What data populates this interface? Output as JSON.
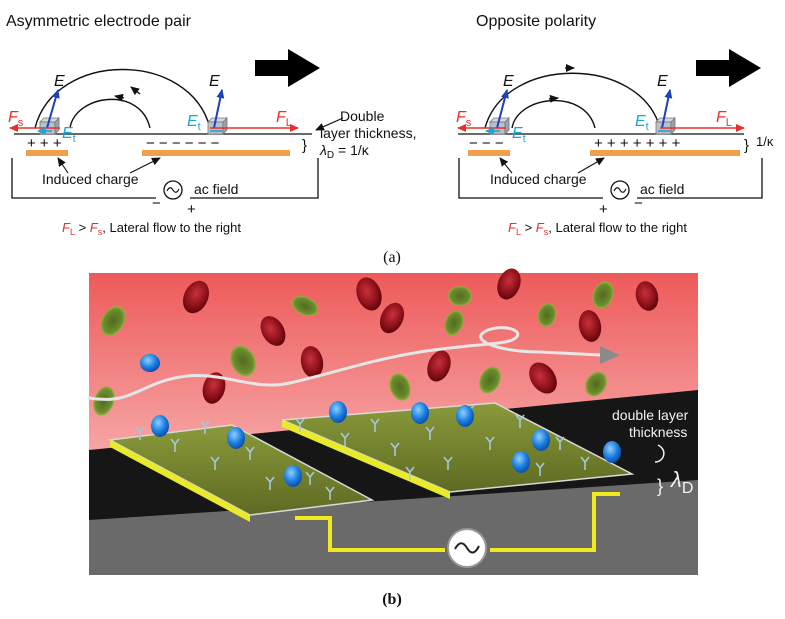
{
  "panel_a": {
    "left": {
      "title": "Asymmetric electrode pair",
      "E": "E",
      "Et": "E",
      "Et_sub": "t",
      "Fs": "F",
      "Fs_sub": "s",
      "FL": "F",
      "FL_sub": "L",
      "double_layer_1": "Double",
      "double_layer_2": "layer thickness,",
      "lambda": "λ",
      "lambda_sub": "D",
      "lambda_eq": " = 1/κ",
      "induced_charge": "Induced charge",
      "ac_field": "ac field",
      "cond_FL": "F",
      "cond_FL_sub": "L",
      "cond_gt": " > ",
      "cond_Fs": "F",
      "cond_Fs_sub": "s",
      "cond_text": ", Lateral flow to the right"
    },
    "right": {
      "title": "Opposite polarity",
      "E": "E",
      "Et": "E",
      "Et_sub": "t",
      "Fs": "F",
      "Fs_sub": "s",
      "FL": "F",
      "FL_sub": "L",
      "kappa": "1/κ",
      "induced_charge": "Induced charge",
      "ac_field": "ac field",
      "cond_FL": "F",
      "cond_FL_sub": "L",
      "cond_gt": " > ",
      "cond_Fs": "F",
      "cond_Fs_sub": "s",
      "cond_text": ", Lateral flow to the right"
    },
    "caption": "(a)"
  },
  "panel_b": {
    "double_layer_1": "double layer",
    "double_layer_2": "thickness",
    "lambda": "λ",
    "lambda_sub": "D",
    "caption": "(b)"
  },
  "colors": {
    "red": "#e8302a",
    "cyan": "#1aa6d8",
    "blue": "#1f3fbf",
    "orange": "#f0a04a",
    "yellow": "#f0ea1c"
  }
}
